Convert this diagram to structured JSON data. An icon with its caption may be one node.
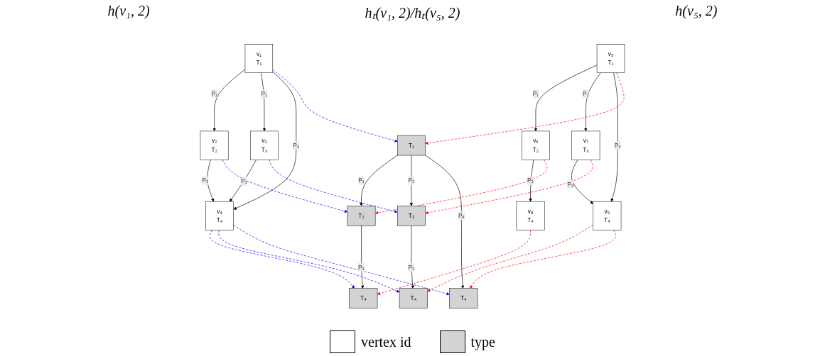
{
  "diagram": {
    "nodes": [
      {
        "text": [
          "v₁",
          "T₁"
        ]
      },
      {
        "text": [
          "v₂",
          "T₂"
        ]
      },
      {
        "text": [
          "v₃",
          "T₃"
        ]
      },
      {
        "text": [
          "v₄",
          "T₄"
        ]
      },
      {
        "text": [
          "T₁"
        ]
      },
      {
        "text": [
          "T₂"
        ]
      },
      {
        "text": [
          "T₃"
        ]
      },
      {
        "text": [
          "T₄"
        ]
      },
      {
        "text": [
          "T₄"
        ]
      },
      {
        "text": [
          "T₄"
        ]
      },
      {
        "text": [
          "v₅",
          "T₁"
        ]
      },
      {
        "text": [
          "v₆",
          "T₂"
        ]
      },
      {
        "text": [
          "v₇",
          "T₃"
        ]
      },
      {
        "text": [
          "v₈",
          "T₄"
        ]
      },
      {
        "text": [
          "v₉",
          "T₄"
        ]
      }
    ],
    "edges": [
      {
        "from": 0,
        "to": 1,
        "arrow": "to",
        "label": "P₁"
      },
      {
        "from": 0,
        "to": 2,
        "arrow": "to",
        "label": "P₂"
      },
      {
        "from": 0,
        "to": 3,
        "arrow": "to",
        "label": "P₄"
      },
      {
        "from": 1,
        "to": 3,
        "arrow": "to",
        "label": "P₃"
      },
      {
        "from": 2,
        "to": 3,
        "arrow": "to",
        "label": "P₃"
      },
      {
        "from": 4,
        "to": 5,
        "arrow": "to",
        "label": "P₁"
      },
      {
        "from": 4,
        "to": 6,
        "arrow": "to",
        "label": "P₂"
      },
      {
        "from": 4,
        "to": 9,
        "arrow": "to",
        "label": "P₄"
      },
      {
        "from": 5,
        "to": 7,
        "arrow": "to",
        "label": "P₃"
      },
      {
        "from": 6,
        "to": 8,
        "arrow": "to",
        "label": "P₃"
      },
      {
        "from": 10,
        "to": 11,
        "arrow": "to",
        "label": "P₁"
      },
      {
        "from": 10,
        "to": 12,
        "arrow": "to",
        "label": "P₂"
      },
      {
        "from": 10,
        "to": 14,
        "arrow": "to",
        "label": "P₄"
      },
      {
        "from": 11,
        "to": 13,
        "arrow": "to",
        "label": "P₃"
      },
      {
        "from": 12,
        "to": 14,
        "arrow": "to",
        "label": "P₃"
      },
      {
        "from": 0,
        "to": 4,
        "arrow": "to",
        "style": "dashed",
        "color": "#0000ff"
      },
      {
        "from": 2,
        "to": 6,
        "arrow": "to",
        "style": "dashed",
        "color": "#0000ff"
      },
      {
        "from": 1,
        "to": 5,
        "arrow": "to",
        "style": "dashed",
        "color": "#0000ff"
      },
      {
        "from": 3,
        "to": 7,
        "arrow": "to",
        "style": "dashed",
        "color": "#0000ff"
      },
      {
        "from": 3,
        "to": 8,
        "arrow": "to",
        "style": "dashed",
        "color": "#0000ff"
      },
      {
        "from": 3,
        "to": 9,
        "arrow": "to",
        "style": "dashed",
        "color": "#0000ff"
      },
      {
        "from": 10,
        "to": 4,
        "arrow": "to",
        "style": "dashed",
        "color": "#ff0000"
      },
      {
        "from": 12,
        "to": 6,
        "arrow": "to",
        "style": "dashed",
        "color": "#ff0000"
      },
      {
        "from": 11,
        "to": 5,
        "arrow": "to",
        "style": "dashed",
        "color": "#ff0000"
      },
      {
        "from": 13,
        "to": 7,
        "arrow": "to",
        "style": "dashed",
        "color": "#ff0000"
      },
      {
        "from": 14,
        "to": 8,
        "arrow": "to",
        "style": "dashed",
        "color": "#ff0000"
      },
      {
        "from": 14,
        "to": 9,
        "arrow": "to",
        "style": "dashed",
        "color": "#ff0000"
      }
    ],
    "labels": [
      "h(v₁, 2)",
      "hₜ(v₁, 2)/hₜ(v₅, 2)",
      "h(v₅, 2)"
    ],
    "legend": [
      {
        "text": "vertex id",
        "color": "#ffffff"
      },
      {
        "text": "type",
        "color": "#d3d3d3"
      }
    ]
  }
}
